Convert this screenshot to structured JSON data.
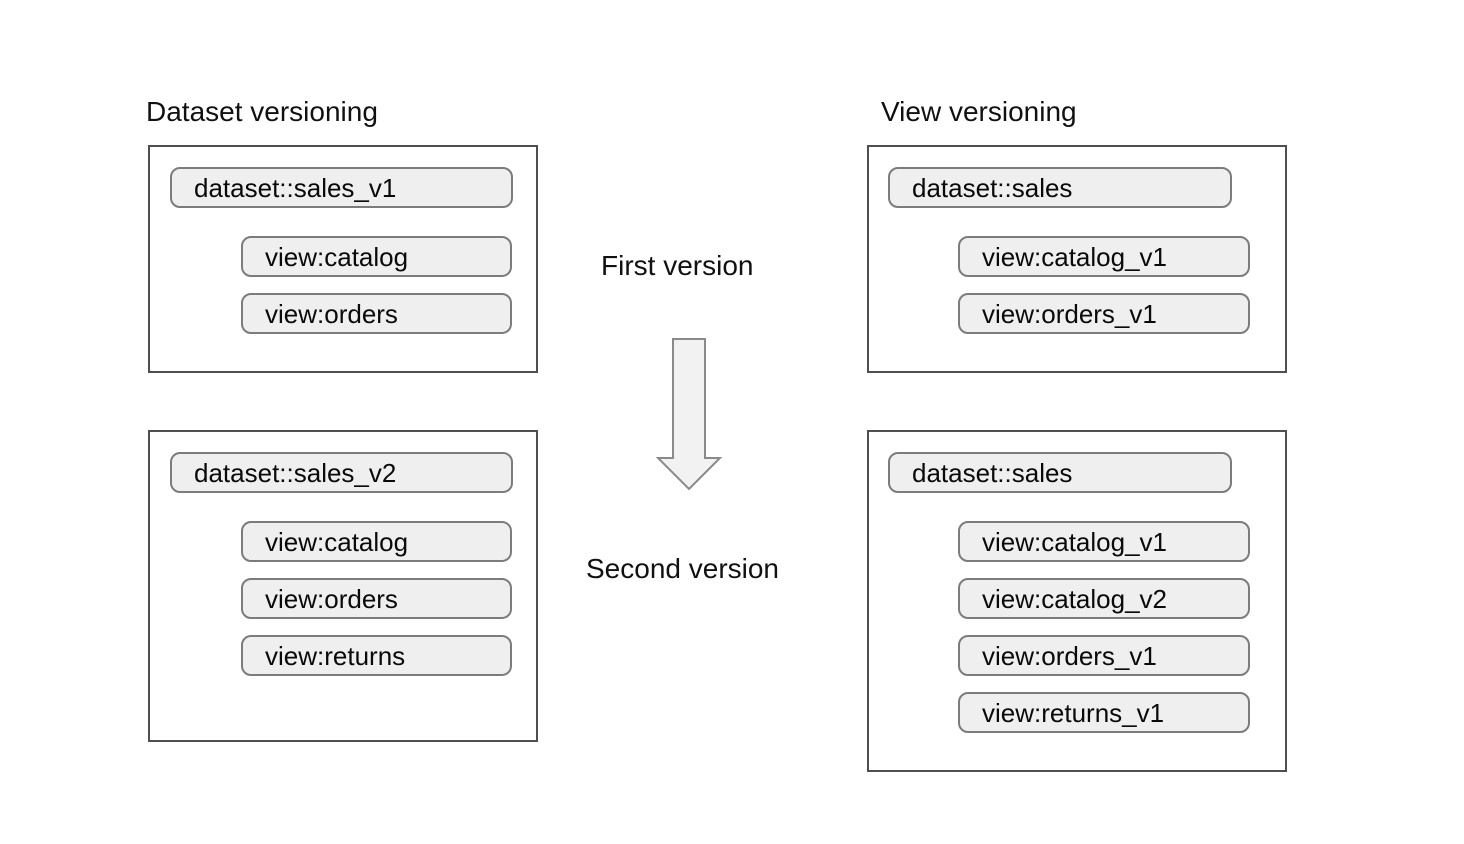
{
  "diagram": {
    "left": {
      "title": "Dataset versioning",
      "boxes": [
        {
          "dataset": "dataset::sales_v1",
          "views": [
            "view:catalog",
            "view:orders"
          ]
        },
        {
          "dataset": "dataset::sales_v2",
          "views": [
            "view:catalog",
            "view:orders",
            "view:returns"
          ]
        }
      ]
    },
    "right": {
      "title": "View versioning",
      "boxes": [
        {
          "dataset": "dataset::sales",
          "views": [
            "view:catalog_v1",
            "view:orders_v1"
          ]
        },
        {
          "dataset": "dataset::sales",
          "views": [
            "view:catalog_v1",
            "view:catalog_v2",
            "view:orders_v1",
            "view:returns_v1"
          ]
        }
      ]
    },
    "center": {
      "first_version_label": "First version",
      "second_version_label": "Second version",
      "arrow_icon": "down-block-arrow"
    },
    "colors": {
      "pill_background": "#efefef",
      "pill_border": "#7c7c7c",
      "box_border": "#4f4f4f",
      "arrow_fill": "#f2f2f2",
      "arrow_stroke": "#8a8a8a",
      "text": "#111111"
    }
  }
}
